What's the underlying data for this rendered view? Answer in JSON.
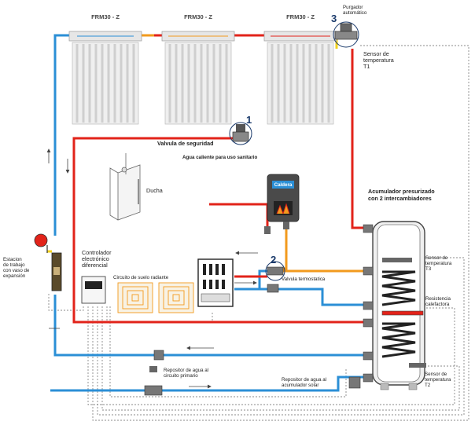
{
  "panels": [
    {
      "label": "FRM30 - Z"
    },
    {
      "label": "FRM30 - Z"
    },
    {
      "label": "FRM30 - Z"
    }
  ],
  "labels": {
    "purgador": "Purgador automático",
    "sensor_t1": "Sensor de temperatura T1",
    "valvula_seguridad": "Valvula de seguridad",
    "agua_caliente": "Agua caliente para uso sanitario",
    "ducha": "Ducha",
    "caldera": "Caldera",
    "acumulador": "Acumulador presurizado con 2 intercambiadores",
    "estacion": "Estacion de trabajo con vaso de expansión",
    "controlador": "Controlador electrónico diferencial",
    "circuito_suelo": "Circuito de suelo radiante",
    "valvula_termostatica": "Valvula termostatica",
    "sensor_t3": "Sensor de temperatura T3",
    "resistencia": "Resistencia calefactora",
    "repositor_primario": "Repositor de agua al circuito primario",
    "repositor_solar": "Repositor de agua al acumulador solar",
    "sensor_t2": "Sensor de temperatura T2"
  },
  "markers": {
    "m1": "1",
    "m2": "2",
    "m3": "3"
  },
  "colors": {
    "hot": "#e2231a",
    "cold": "#2b8fd6",
    "orange": "#f29a1d",
    "yellow": "#f3d21b",
    "dotted": "#777777",
    "marker": "#1a3a6b"
  }
}
